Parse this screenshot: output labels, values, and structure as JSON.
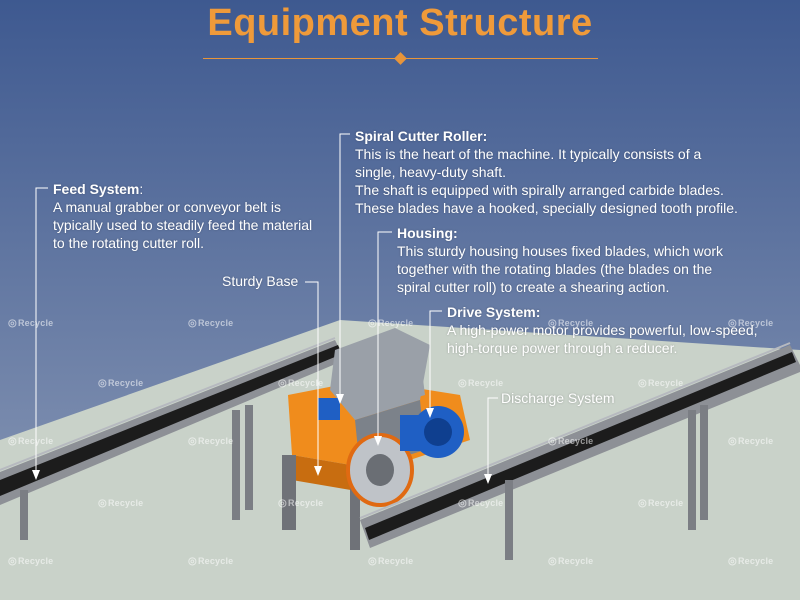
{
  "title": "Equipment Structure",
  "labels": {
    "spiral_cutter": {
      "heading": "Spiral Cutter Roller:",
      "lines": [
        "This is the heart of the machine. It typically consists of a",
        "single, heavy-duty shaft.",
        "The shaft is equipped with spirally arranged carbide blades.",
        "These blades have a hooked, specially designed tooth profile."
      ]
    },
    "feed_system": {
      "heading": "Feed System",
      "suffix": ":",
      "lines": [
        "A manual grabber or conveyor belt is",
        "typically used to steadily feed the material",
        "to the rotating cutter roll."
      ]
    },
    "housing": {
      "heading": "Housing:",
      "lines": [
        "This sturdy housing houses fixed blades, which work",
        "together with the rotating blades (the blades on the",
        "spiral cutter roll) to create a shearing action."
      ]
    },
    "drive_system": {
      "heading": "Drive System:",
      "lines": [
        "A high-power motor provides powerful, low-speed,",
        "high-torque power through a reducer."
      ]
    },
    "sturdy_base": "Sturdy Base",
    "discharge_system": "Discharge System"
  },
  "watermark": "Recycle",
  "colors": {
    "title": "#ef9a3a",
    "background_top": "#3e5990",
    "background_bottom": "#8f9db8",
    "floor": "#c9d2c9",
    "housing": "#9aa0a8",
    "frame": "#f08c1c",
    "motor": "#1f5fc4",
    "conveyor_belt": "#1c1c1c",
    "conveyor_frame": "#8d9096"
  }
}
